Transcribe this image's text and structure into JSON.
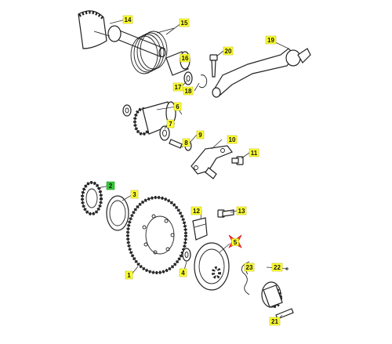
{
  "callouts": [
    {
      "id": "c14",
      "label": "14",
      "color": "#ffff33"
    },
    {
      "id": "c15",
      "label": "15",
      "color": "#ffff33"
    },
    {
      "id": "c16",
      "label": "16",
      "color": "#ffff33"
    },
    {
      "id": "c17",
      "label": "17",
      "color": "#ffff33"
    },
    {
      "id": "c18",
      "label": "18",
      "color": "#ffff33"
    },
    {
      "id": "c20",
      "label": "20",
      "color": "#ffff33"
    },
    {
      "id": "c19",
      "label": "19",
      "color": "#ffff33"
    },
    {
      "id": "c6",
      "label": "6",
      "color": "#ffff33"
    },
    {
      "id": "c7",
      "label": "7",
      "color": "#ffff33"
    },
    {
      "id": "c8",
      "label": "8",
      "color": "#ffff33"
    },
    {
      "id": "c9",
      "label": "9",
      "color": "#ffff33"
    },
    {
      "id": "c10",
      "label": "10",
      "color": "#ffff33"
    },
    {
      "id": "c11",
      "label": "11",
      "color": "#ffff33"
    },
    {
      "id": "c2",
      "label": "2",
      "color": "#33cc33"
    },
    {
      "id": "c3",
      "label": "3",
      "color": "#ffff33"
    },
    {
      "id": "c12",
      "label": "12",
      "color": "#ffff33"
    },
    {
      "id": "c13",
      "label": "13",
      "color": "#ffff33"
    },
    {
      "id": "c5",
      "label": "5",
      "color": "#ffff33"
    },
    {
      "id": "c1",
      "label": "1",
      "color": "#ffff33"
    },
    {
      "id": "c4",
      "label": "4",
      "color": "#ffff33"
    },
    {
      "id": "c23",
      "label": "23",
      "color": "#ffff33"
    },
    {
      "id": "c22",
      "label": "22",
      "color": "#ffff33"
    },
    {
      "id": "c21",
      "label": "21",
      "color": "#ffff33"
    }
  ],
  "selected_marker": {
    "label": "5",
    "color": "#ff3333",
    "icon": "x-cross-marker-icon"
  }
}
